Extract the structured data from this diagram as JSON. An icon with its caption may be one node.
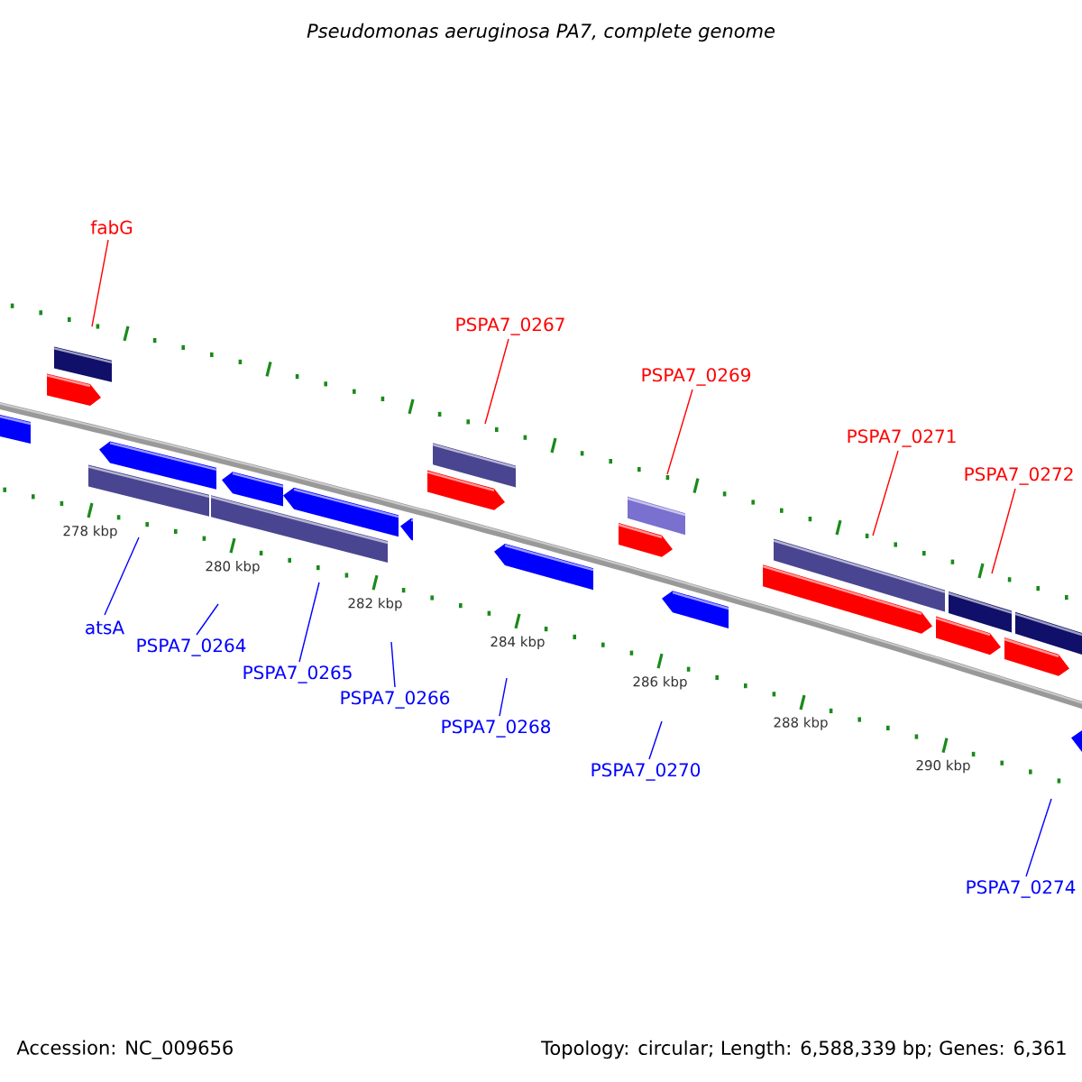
{
  "diagram": {
    "title": "Pseudomonas aeruginosa PA7, complete genome",
    "nodes": [
      {
        "text": [
          "fabG"
        ]
      },
      {
        "text": [
          "PSPA7_0267"
        ]
      },
      {
        "text": [
          "PSPA7_0269"
        ]
      },
      {
        "text": [
          "PSPA7_0271"
        ]
      },
      {
        "text": [
          "PSPA7_0272"
        ]
      },
      {
        "text": [
          "atsA"
        ]
      },
      {
        "text": [
          "PSPA7_0264"
        ]
      },
      {
        "text": [
          "PSPA7_0265"
        ]
      },
      {
        "text": [
          "PSPA7_0266"
        ]
      },
      {
        "text": [
          "PSPA7_0268"
        ]
      },
      {
        "text": [
          "PSPA7_0270"
        ]
      },
      {
        "text": [
          "PSPA7_0274"
        ]
      }
    ],
    "edges": [
      {
        "from": 0,
        "to": null,
        "arrow": "none",
        "color": "#ff0000"
      },
      {
        "from": 1,
        "to": null,
        "arrow": "none",
        "color": "#ff0000"
      },
      {
        "from": 2,
        "to": null,
        "arrow": "none",
        "color": "#ff0000"
      },
      {
        "from": 3,
        "to": null,
        "arrow": "none",
        "color": "#ff0000"
      },
      {
        "from": 4,
        "to": null,
        "arrow": "none",
        "color": "#ff0000"
      },
      {
        "from": 5,
        "to": null,
        "arrow": "none"
      },
      {
        "from": 6,
        "to": null,
        "arrow": "none"
      },
      {
        "from": 7,
        "to": null,
        "arrow": "none"
      },
      {
        "from": 8,
        "to": null,
        "arrow": "none"
      },
      {
        "from": 9,
        "to": null,
        "arrow": "none"
      },
      {
        "from": 10,
        "to": null,
        "arrow": "none"
      },
      {
        "from": 11,
        "to": null,
        "arrow": "none"
      }
    ],
    "labels": [
      "278 kbp",
      "280 kbp",
      "282 kbp",
      "284 kbp",
      "286 kbp",
      "288 kbp",
      "290 kbp",
      "Accession: NC_009656",
      "Topology: circular; Length: 6,588,339 bp; Genes: 6,361"
    ]
  }
}
